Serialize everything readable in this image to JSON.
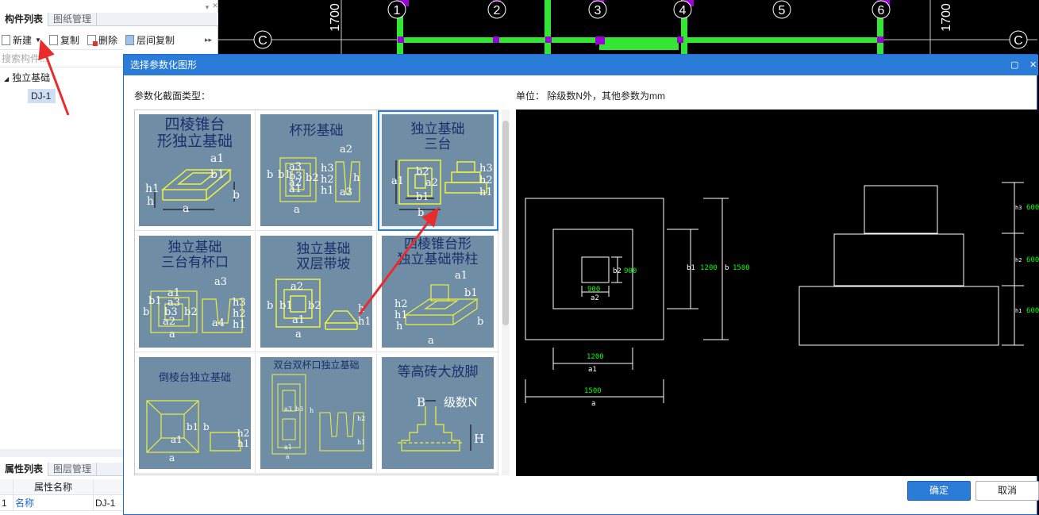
{
  "left_panel": {
    "tabs": [
      "构件列表",
      "图纸管理"
    ],
    "toolbar": {
      "new_label": "新建",
      "copy_label": "复制",
      "delete_label": "删除",
      "floor_copy_label": "层间复制"
    },
    "search_placeholder": "搜索构件...",
    "tree": {
      "group_label": "独立基础",
      "item_label": "DJ-1"
    },
    "prop_tabs": [
      "属性列表",
      "图层管理"
    ],
    "prop_header": "属性名称",
    "prop_rows": [
      {
        "num": "1",
        "name": "名称",
        "value": "DJ-1"
      }
    ]
  },
  "cad": {
    "top_labels": [
      "1700",
      "1",
      "2",
      "3",
      "4",
      "5",
      "6",
      "1700"
    ],
    "axis_label": "C"
  },
  "dialog": {
    "title": "选择参数化图形",
    "section_label": "参数化截面类型：",
    "unit_label": "单位：  除级数N外，其他参数为mm",
    "ok_label": "确定",
    "cancel_label": "取消",
    "types": [
      {
        "title_lines": [
          "四棱锥台",
          "形独立基础"
        ],
        "labels": [
          "a1",
          "b1",
          "h1",
          "h",
          "a",
          "b"
        ]
      },
      {
        "title_lines": [
          "杯形基础"
        ],
        "labels": [
          "a3",
          "b3",
          "b2",
          "a1",
          "a2",
          "b1",
          "a",
          "h3",
          "h2",
          "h1",
          "h",
          "a2",
          "a3",
          "b"
        ]
      },
      {
        "title_lines": [
          "独立基础",
          "三台"
        ],
        "labels": [
          "b2",
          "a2",
          "b1",
          "a1",
          "b",
          "h3",
          "h2",
          "h1"
        ]
      },
      {
        "title_lines": [
          "独立基础",
          "三台有杯口"
        ],
        "labels": [
          "a3",
          "a1",
          "a3",
          "b3",
          "b2",
          "a2",
          "b1",
          "b",
          "a",
          "a4",
          "h3",
          "h2",
          "h1"
        ]
      },
      {
        "title_lines": [
          "独立基础",
          "双层带坡"
        ],
        "labels": [
          "a2",
          "b1",
          "b2",
          "a1",
          "b",
          "a",
          "h",
          "h1"
        ]
      },
      {
        "title_lines": [
          "四棱锥台形",
          "独立基础带柱"
        ],
        "labels": [
          "a1",
          "b1",
          "h2",
          "h1",
          "h",
          "a",
          "b"
        ]
      },
      {
        "title_lines": [
          "倒棱台独立基础"
        ],
        "labels": [
          "b1",
          "a1",
          "a",
          "b",
          "h2",
          "h1"
        ]
      },
      {
        "title_lines": [
          "双台双杯口独立基础"
        ],
        "labels": [
          "a3",
          "b3",
          "a1",
          "a",
          "h1",
          "h2",
          "h"
        ]
      },
      {
        "title_lines": [
          "等高砖大放脚"
        ],
        "labels": [
          "B",
          "级数N",
          "H"
        ]
      }
    ],
    "preview": {
      "plan_dims": {
        "b2": "900",
        "a2": "900",
        "b1": "1200",
        "b": "1500",
        "a1": "1200",
        "a": "1500"
      },
      "plan_labels": {
        "b2": "b2",
        "a2": "a2",
        "b1": "b1",
        "b": "b",
        "a1": "a1",
        "a": "a"
      },
      "elev_dims": {
        "h3": "600",
        "h2": "600",
        "h1": "600"
      },
      "elev_labels": {
        "h3": "h3",
        "h2": "h2",
        "h1": "h1"
      }
    }
  },
  "colors": {
    "accent": "#2b7bd9",
    "cad_green": "#33e633",
    "cad_purple": "#9b00d8",
    "dim_green": "#00ff00",
    "arrow_red": "#e82c2c",
    "thumb_bg": "#6f8ea6",
    "thumb_line": "#f0f040"
  }
}
